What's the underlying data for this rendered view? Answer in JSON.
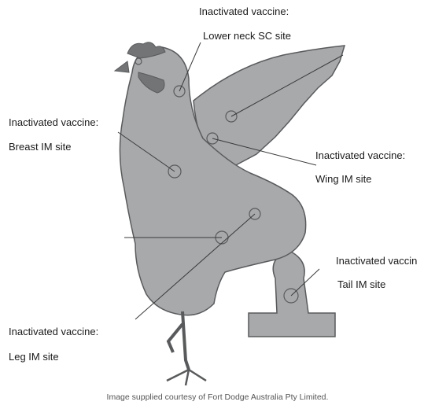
{
  "labels": {
    "lower_neck": {
      "line1": "Inactivated vaccine:",
      "line2": "Lower neck SC site"
    },
    "breast": {
      "line1": "Inactivated vaccine:",
      "line2": "Breast IM site"
    },
    "wing": {
      "line1": "Inactivated vaccine:",
      "line2": "Wing IM site"
    },
    "tail": {
      "line1": "Inactivated vaccin",
      "line2": "Tail IM site"
    },
    "leg": {
      "line1": "Inactivated vaccine:",
      "line2": "Leg IM site"
    }
  },
  "credit": "Image supplied courtesy of Fort Dodge Australia Pty Limited.",
  "colors": {
    "body_fill": "#a7a9ab",
    "body_stroke": "#585a5c",
    "comb_fill": "#727476",
    "line": "#3a3a3a"
  }
}
